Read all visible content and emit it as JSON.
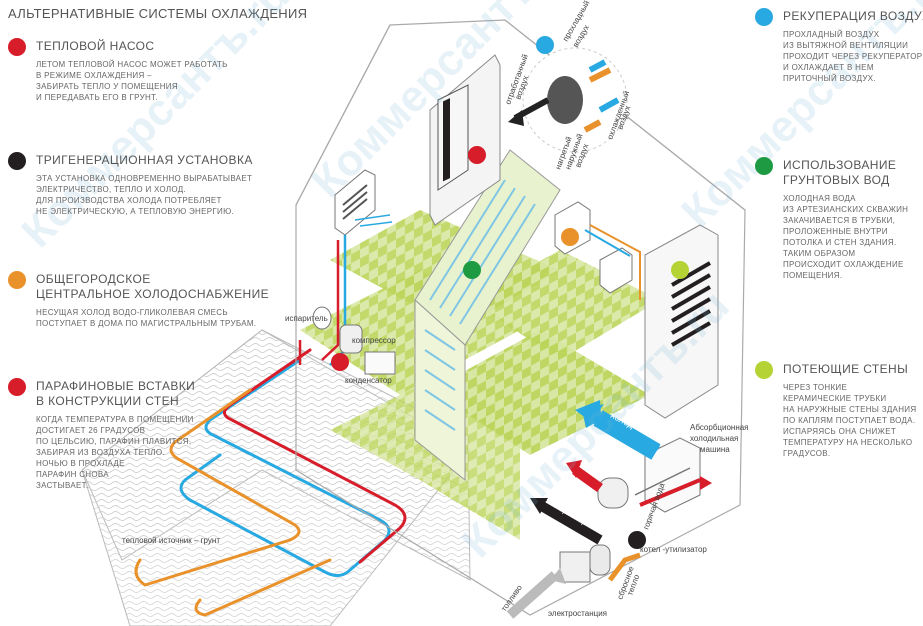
{
  "title": "АЛЬТЕРНАТИВНЫЕ СИСТЕМЫ ОХЛАЖДЕНИЯ",
  "colors": {
    "red": "#d71c2a",
    "black": "#231f20",
    "orange": "#e9922b",
    "blue": "#29a9e1",
    "green": "#1e9a43",
    "lime": "#b5d334"
  },
  "left_blocks": [
    {
      "color": "red",
      "heading": [
        "ТЕПЛОВОЙ НАСОС"
      ],
      "text": [
        "ЛЕТОМ ТЕПЛОВОЙ НАСОС МОЖЕТ РАБОТАТЬ",
        "В РЕЖИМЕ ОХЛАЖДЕНИЯ –",
        "ЗАБИРАТЬ ТЕПЛО У ПОМЕЩЕНИЯ",
        "И ПЕРЕДАВАТЬ ЕГО В ГРУНТ."
      ]
    },
    {
      "color": "black",
      "heading": [
        "ТРИГЕНЕРАЦИОННАЯ УСТАНОВКА"
      ],
      "text": [
        "ЭТА УСТАНОВКА ОДНОВРЕМЕННО ВЫРАБАТЫВАЕТ",
        "ЭЛЕКТРИЧЕСТВО, ТЕПЛО И ХОЛОД.",
        "ДЛЯ ПРОИЗВОДСТВА ХОЛОДА ПОТРЕБЛЯЕТ",
        "НЕ ЭЛЕКТРИЧЕСКУЮ, А ТЕПЛОВУЮ ЭНЕРГИЮ."
      ]
    },
    {
      "color": "orange",
      "heading": [
        "ОБЩЕГОРОДСКОЕ",
        "ЦЕНТРАЛЬНОЕ ХОЛОДОСНАБЖЕНИЕ"
      ],
      "text": [
        "НЕСУЩАЯ ХОЛОД ВОДО-ГЛИКОЛЕВАЯ СМЕСЬ",
        "ПОСТУПАЕТ В ДОМА ПО МАГИСТРАЛЬНЫМ ТРУБАМ."
      ]
    },
    {
      "color": "red",
      "heading": [
        "ПАРАФИНОВЫЕ ВСТАВКИ",
        "В КОНСТРУКЦИИ СТЕН"
      ],
      "text": [
        "КОГДА ТЕМПЕРАТУРА В ПОМЕЩЕНИИ",
        "ДОСТИГАЕТ 26 ГРАДУСОВ",
        "ПО ЦЕЛЬСИЮ, ПАРАФИН ПЛАВИТСЯ,",
        "ЗАБИРАЯ ИЗ ВОЗДУХА ТЕПЛО.",
        "НОЧЬЮ В ПРОХЛАДЕ",
        "ПАРАФИН СНОВА",
        "ЗАСТЫВАЕТ."
      ]
    }
  ],
  "right_blocks": [
    {
      "color": "blue",
      "heading": [
        "РЕКУПЕРАЦИЯ ВОЗДУХА"
      ],
      "text": [
        "ПРОХЛАДНЫЙ ВОЗДУХ",
        "ИЗ ВЫТЯЖНОЙ ВЕНТИЛЯЦИИ",
        "ПРОХОДИТ ЧЕРЕЗ РЕКУПЕРАТОР",
        "И ОХЛАЖДАЕТ В НЕМ",
        "ПРИТОЧНЫЙ ВОЗДУХ."
      ]
    },
    {
      "color": "green",
      "heading": [
        "ИСПОЛЬЗОВАНИЕ",
        "ГРУНТОВЫХ ВОД"
      ],
      "text": [
        "ХОЛОДНАЯ ВОДА",
        "ИЗ АРТЕЗИАНСКИХ СКВАЖИН",
        "ЗАКАЧИВАЕТСЯ В ТРУБКИ,",
        "ПРОЛОЖЕННЫЕ ВНУТРИ",
        "ПОТОЛКА И СТЕН ЗДАНИЯ.",
        "ТАКИМ ОБРАЗОМ",
        "ПРОИСХОДИТ ОХЛАЖДЕНИЕ",
        "ПОМЕЩЕНИЯ."
      ]
    },
    {
      "color": "lime",
      "heading": [
        "ПОТЕЮЩИЕ СТЕНЫ"
      ],
      "text": [
        "ЧЕРЕЗ ТОНКИЕ",
        "КЕРАМИЧЕСКИЕ ТРУБКИ",
        "НА НАРУЖНЫЕ СТЕНЫ ЗДАНИЯ",
        "ПО КАПЛЯМ ПОСТУПАЕТ ВОДА.",
        "ИСПАРЯЯСЬ ОНА СНИЖЕТ",
        "ТЕМПЕРАТУРУ НА НЕСКОЛЬКО",
        "ГРАДУСОВ."
      ]
    }
  ],
  "labels": {
    "evaporator": "испаритель",
    "compressor": "компрессор",
    "condenser": "конденсатор",
    "ground_source": "тепловой источник – грунт",
    "absorption": [
      "Абсорбционная",
      "холодильная",
      "машина"
    ],
    "cold": "холод",
    "heat": "тепло",
    "electricity": "электроэнергия",
    "hot_water": "горячая вода",
    "boiler": "котел -утилизатор",
    "exhaust_heat": [
      "сбросное",
      "тепло"
    ],
    "fuel": "топливо",
    "power_station": "электростанция",
    "cool_air": [
      "прохладный",
      "воздух"
    ],
    "exhaust_air": [
      "отработанный",
      "воздух"
    ],
    "fresh_air": [
      "нагретый",
      "наружный",
      "воздух"
    ],
    "cooled_air": [
      "охлажденный",
      "воздух"
    ]
  },
  "watermark": "Коммерсантъ.ru"
}
